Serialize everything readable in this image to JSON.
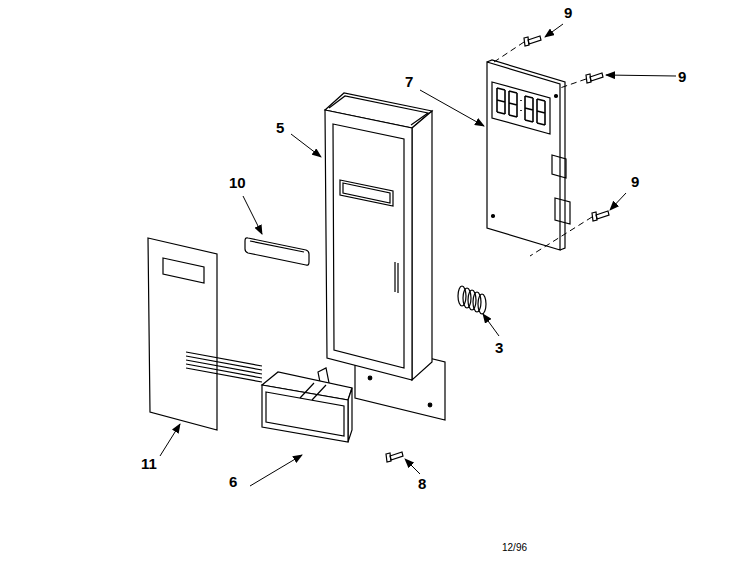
{
  "diagram": {
    "labels": [
      "9",
      "7",
      "9",
      "5",
      "10",
      "9",
      "3",
      "11",
      "8",
      "6",
      "12/96"
    ]
  }
}
